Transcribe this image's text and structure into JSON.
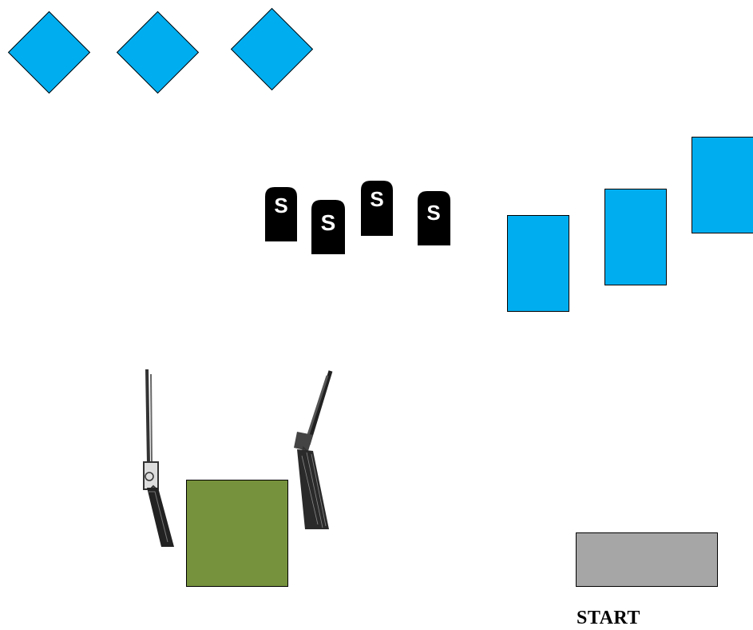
{
  "colors": {
    "steel_target": "#00aeef",
    "stage_table": "#76923c",
    "start_box": "#a6a6a6",
    "silhouette": "#000000",
    "outline": "#000000"
  },
  "diamond_targets": [
    {
      "name": "diamond-target-1"
    },
    {
      "name": "diamond-target-2"
    },
    {
      "name": "diamond-target-3"
    }
  ],
  "rect_targets": [
    {
      "name": "rect-target-1"
    },
    {
      "name": "rect-target-2"
    },
    {
      "name": "rect-target-3"
    }
  ],
  "tombstone_targets": [
    {
      "name": "tombstone-target-1",
      "letter": "S"
    },
    {
      "name": "tombstone-target-2",
      "letter": "S"
    },
    {
      "name": "tombstone-target-3",
      "letter": "S"
    },
    {
      "name": "tombstone-target-4",
      "letter": "S"
    }
  ],
  "props": {
    "rifle_icon": "rifle-icon",
    "shotgun_icon": "shotgun-icon",
    "table": "stage-table"
  },
  "start": {
    "label": "START"
  }
}
